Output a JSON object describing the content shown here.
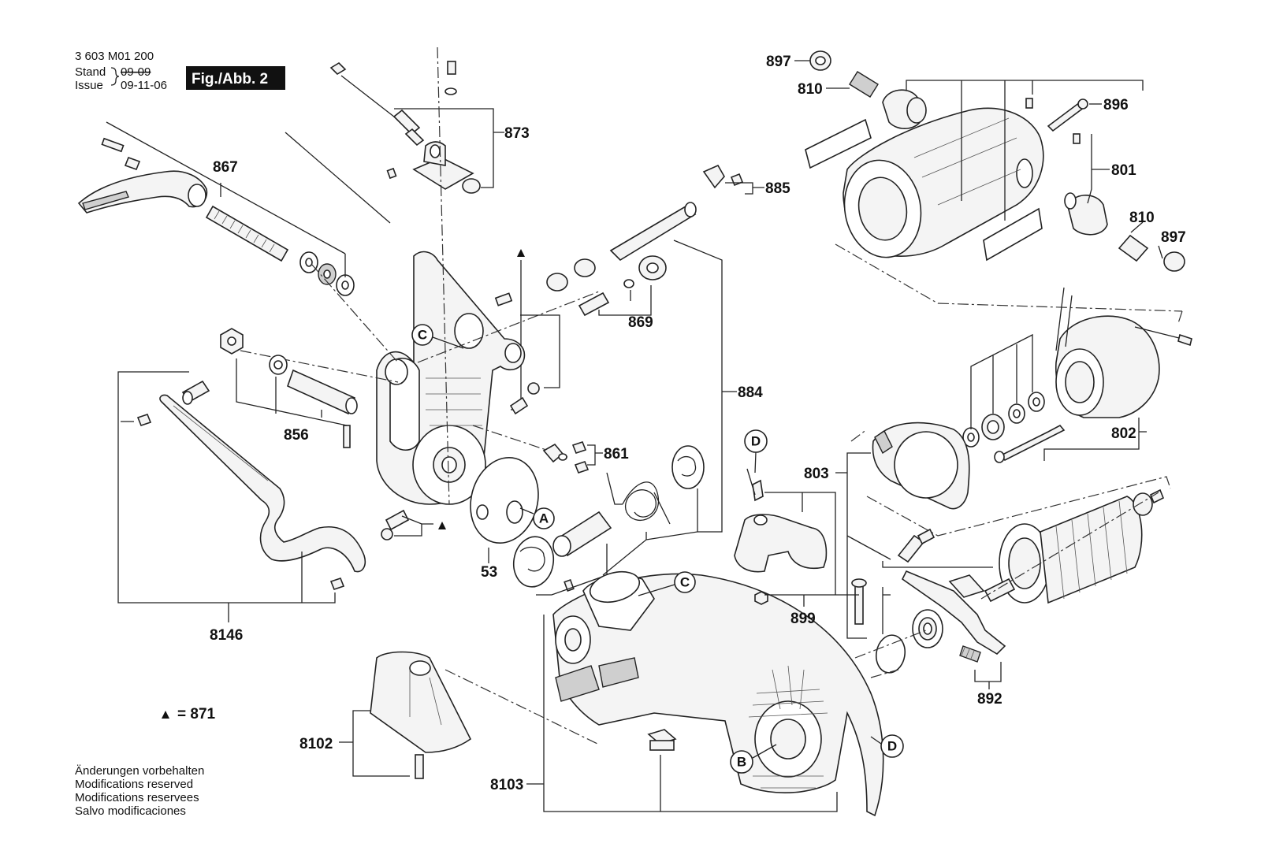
{
  "header": {
    "part_number": "3 603 M01 200",
    "stand_label": "Stand",
    "stand_date": "09-09",
    "issue_label": "Issue",
    "issue_date": "09-11-06",
    "figure_label": "Fig./Abb. 2"
  },
  "legend": {
    "triangle_symbol": "▲",
    "triangle_value": "= 871"
  },
  "notes": [
    "Änderungen vorbehalten",
    "Modifications reserved",
    "Modifications reservees",
    "Salvo modificaciones"
  ],
  "part_labels": {
    "p867": "867",
    "p873": "873",
    "p885": "885",
    "p869": "869",
    "p856": "856",
    "p861": "861",
    "p53": "53",
    "p884": "884",
    "p8146": "8146",
    "p8102": "8102",
    "p8103": "8103",
    "p897a": "897",
    "p810a": "810",
    "p896": "896",
    "p801": "801",
    "p810b": "810",
    "p897b": "897",
    "p802": "802",
    "p803": "803",
    "p899": "899",
    "p892": "892"
  },
  "reference_markers": {
    "c1": "C",
    "c2": "C",
    "a": "A",
    "b": "B",
    "d1": "D",
    "d2": "D"
  }
}
